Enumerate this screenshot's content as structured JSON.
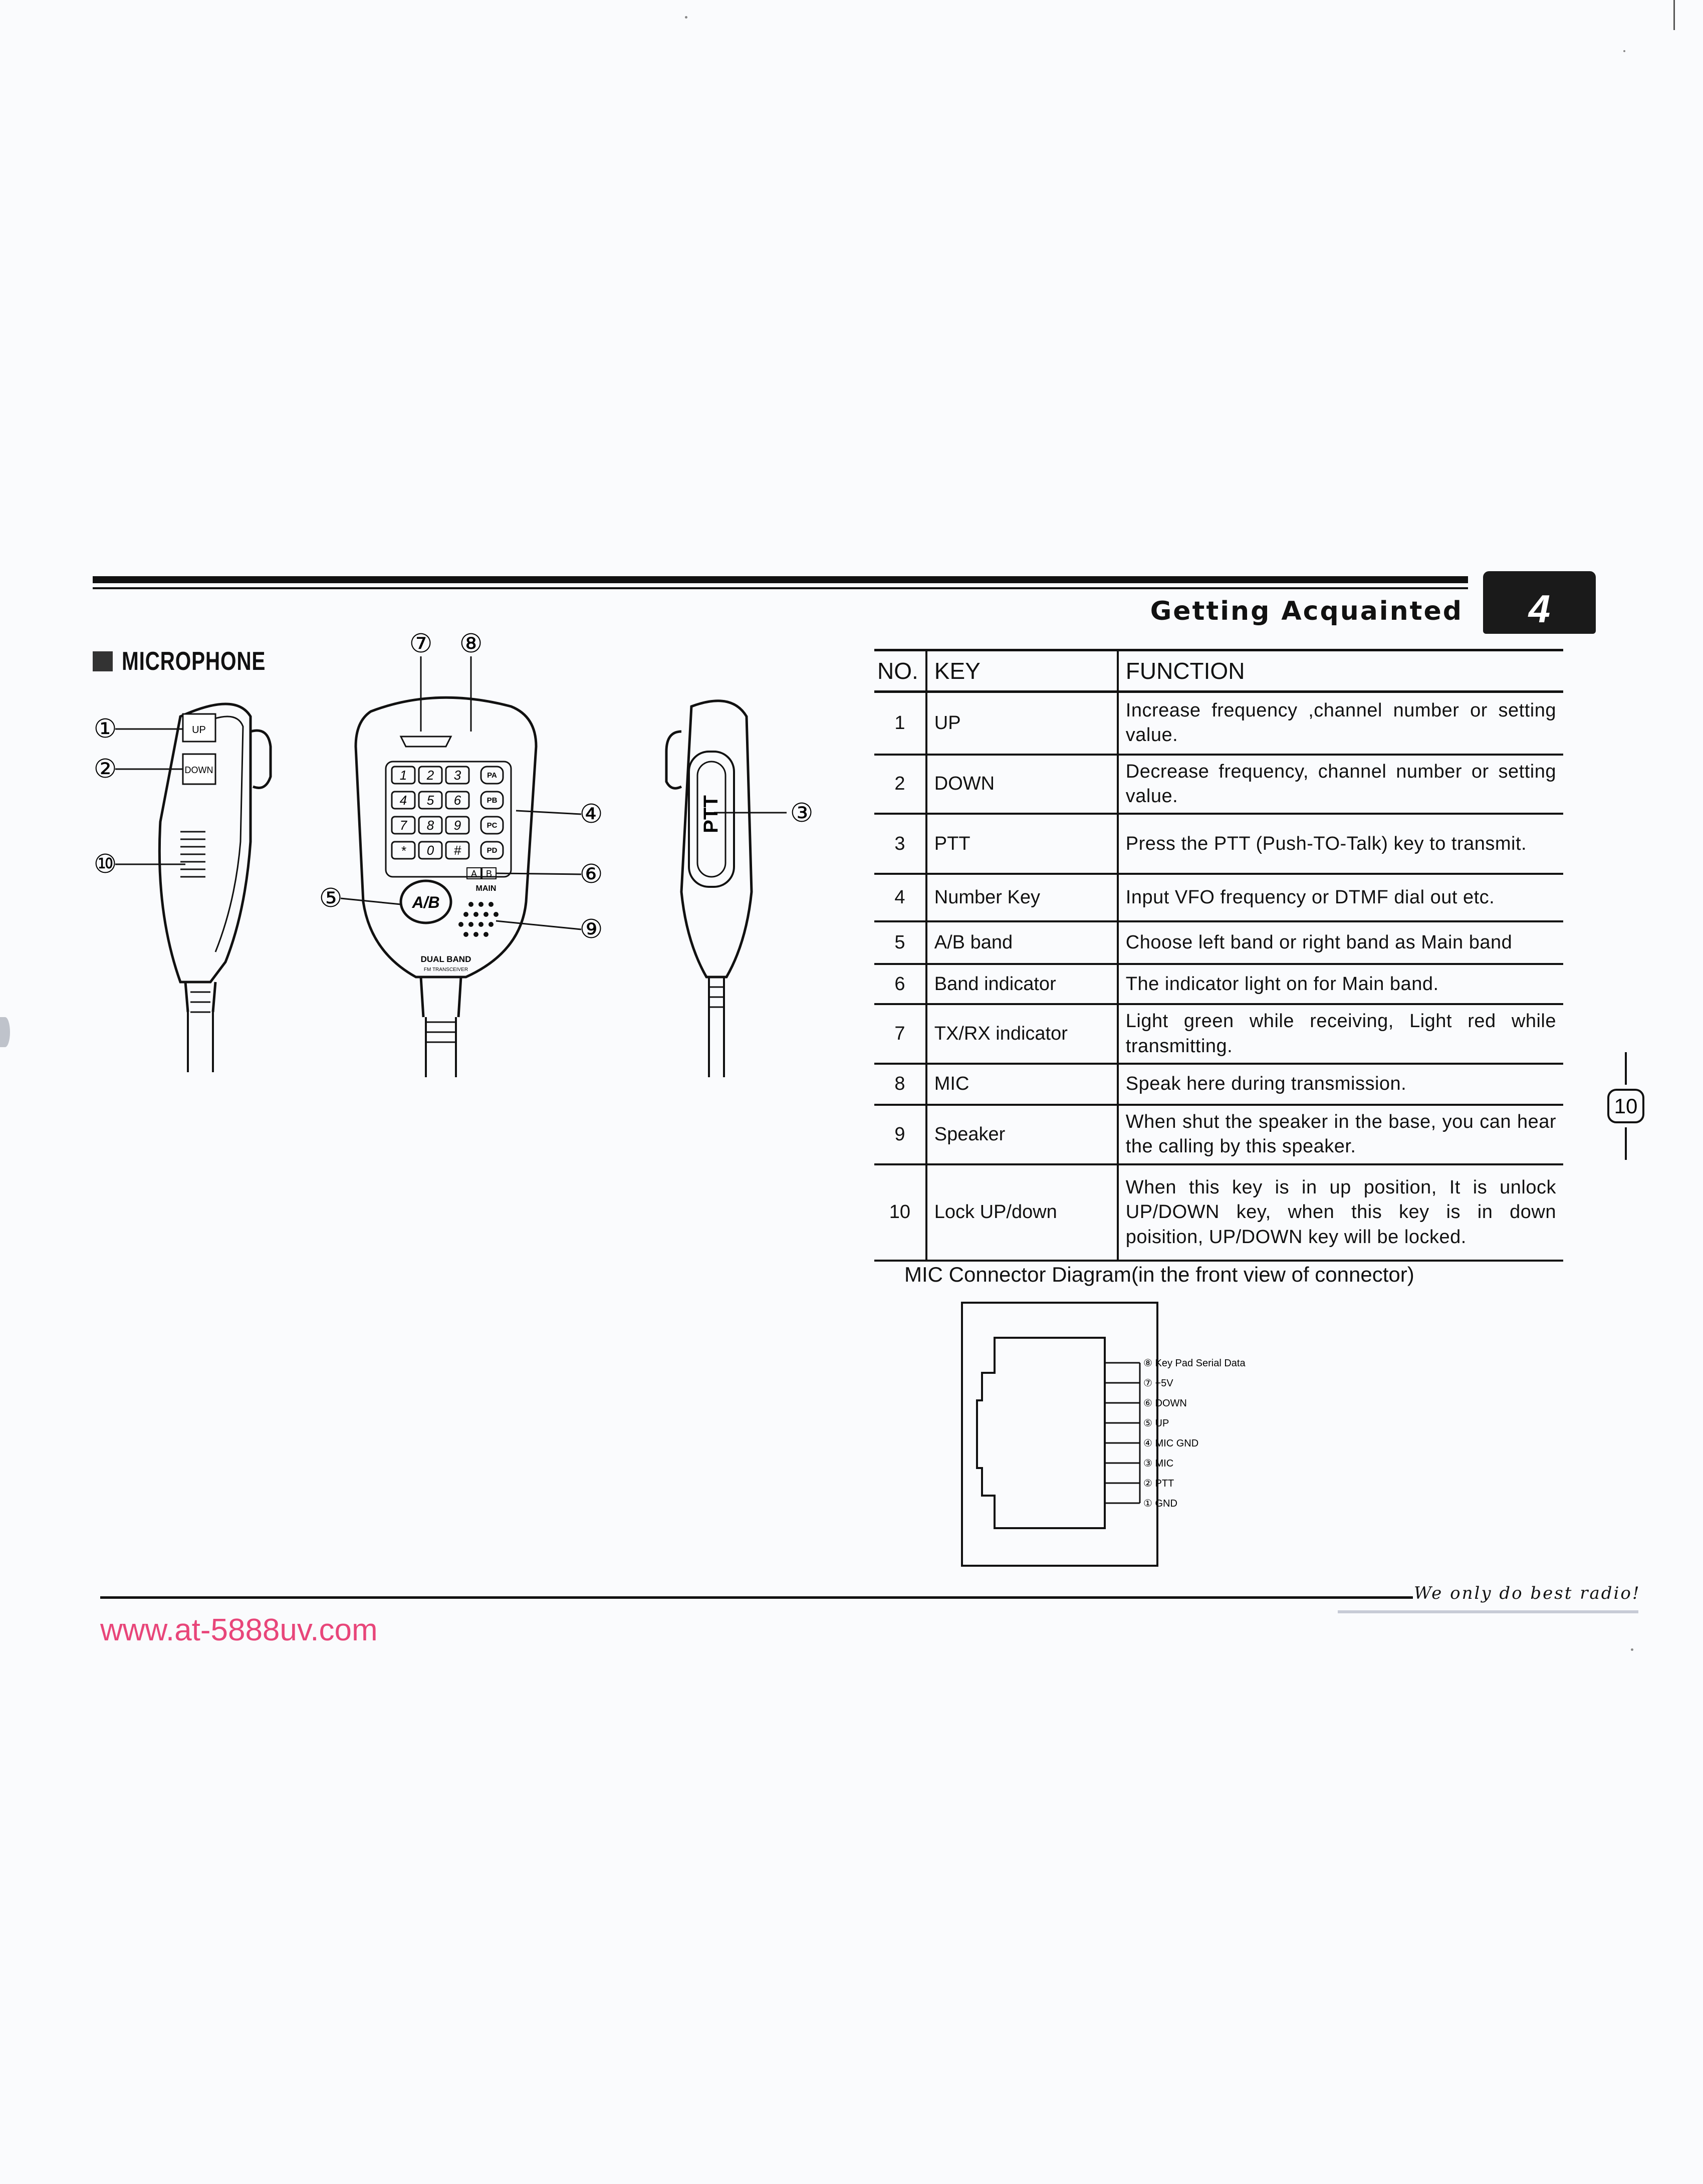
{
  "header": {
    "chapter_title": "Getting Acquainted",
    "chapter_number": "4"
  },
  "section": {
    "title": "MICROPHONE"
  },
  "mic_illustration": {
    "callouts": [
      "①",
      "②",
      "③",
      "④",
      "⑤",
      "⑥",
      "⑦",
      "⑧",
      "⑨",
      "⑩"
    ],
    "side_buttons": {
      "up": "UP",
      "down": "DOWN"
    },
    "keypad_keys": [
      "1",
      "2",
      "3",
      "4",
      "5",
      "6",
      "7",
      "8",
      "9",
      "*",
      "0",
      "#"
    ],
    "function_keys": [
      "PA",
      "PB",
      "PC",
      "PD"
    ],
    "ab_key": "A/B",
    "ab_indicator": {
      "a": "A",
      "b": "B"
    },
    "main_label": "MAIN",
    "brand_line1": "DUAL BAND",
    "brand_line2": "FM TRANSCEIVER",
    "ptt_label": "PTT"
  },
  "table": {
    "headers": [
      "NO.",
      "KEY",
      "FUNCTION"
    ],
    "rows": [
      {
        "no": "1",
        "key": "UP",
        "function": "Increase frequency ,channel number or setting value."
      },
      {
        "no": "2",
        "key": "DOWN",
        "function": "Decrease frequency, channel number or setting value."
      },
      {
        "no": "3",
        "key": "PTT",
        "function": "Press the PTT (Push-TO-Talk) key to transmit."
      },
      {
        "no": "4",
        "key": "Number Key",
        "function": "Input VFO frequency or DTMF dial out etc."
      },
      {
        "no": "5",
        "key": "A/B band",
        "function": "Choose left band or right band as Main band"
      },
      {
        "no": "6",
        "key": "Band indicator",
        "function": "The indicator light on for Main band."
      },
      {
        "no": "7",
        "key": "TX/RX indicator",
        "function": "Light green while receiving, Light red while transmitting."
      },
      {
        "no": "8",
        "key": "MIC",
        "function": "Speak here during transmission."
      },
      {
        "no": "9",
        "key": "Speaker",
        "function": "When shut the speaker in the base, you can hear  the calling by this speaker."
      },
      {
        "no": "10",
        "key": "Lock UP/down",
        "function": "When this key is in up position, It is unlock UP/DOWN key, when this key is in down poisition, UP/DOWN key will be locked."
      }
    ]
  },
  "page_number": "10",
  "connector": {
    "caption": "MIC Connector Diagram(in the front view of connector)",
    "pins": [
      {
        "num": "⑧",
        "label": "Key Pad Serial Data"
      },
      {
        "num": "⑦",
        "label": "+5V"
      },
      {
        "num": "⑥",
        "label": "DOWN"
      },
      {
        "num": "⑤",
        "label": "UP"
      },
      {
        "num": "④",
        "label": "MIC GND"
      },
      {
        "num": "③",
        "label": "MIC"
      },
      {
        "num": "②",
        "label": "PTT"
      },
      {
        "num": "①",
        "label": "GND"
      }
    ]
  },
  "footer": {
    "slogan": "We only do best radio!",
    "website": "www.at-5888uv.com"
  }
}
